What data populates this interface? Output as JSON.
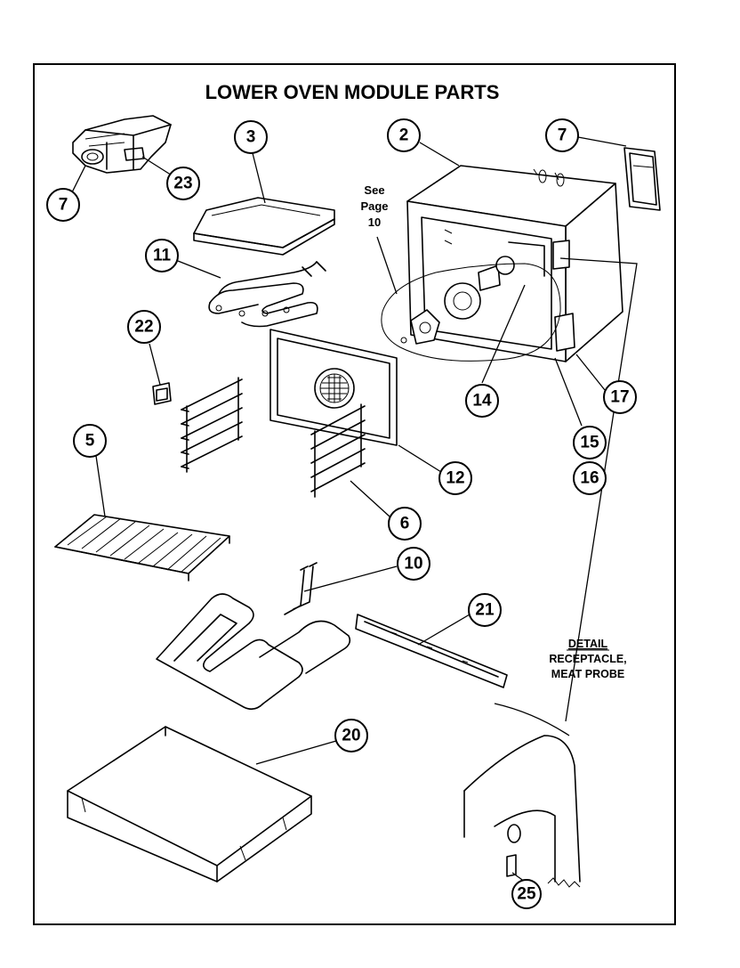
{
  "title": "LOWER OVEN MODULE PARTS",
  "see_page_note": {
    "line1": "See",
    "line2": "Page",
    "line3": "10"
  },
  "detail_note": {
    "line1": "DETAIL",
    "line2": "RECEPTACLE,",
    "line3": "MEAT PROBE"
  },
  "callouts": {
    "c2": "2",
    "c3": "3",
    "c5": "5",
    "c6": "6",
    "c7_left": "7",
    "c7_right": "7",
    "c10": "10",
    "c11": "11",
    "c12": "12",
    "c14": "14",
    "c15": "15",
    "c16": "16",
    "c17": "17",
    "c20": "20",
    "c21": "21",
    "c22": "22",
    "c23": "23",
    "c25": "25"
  }
}
